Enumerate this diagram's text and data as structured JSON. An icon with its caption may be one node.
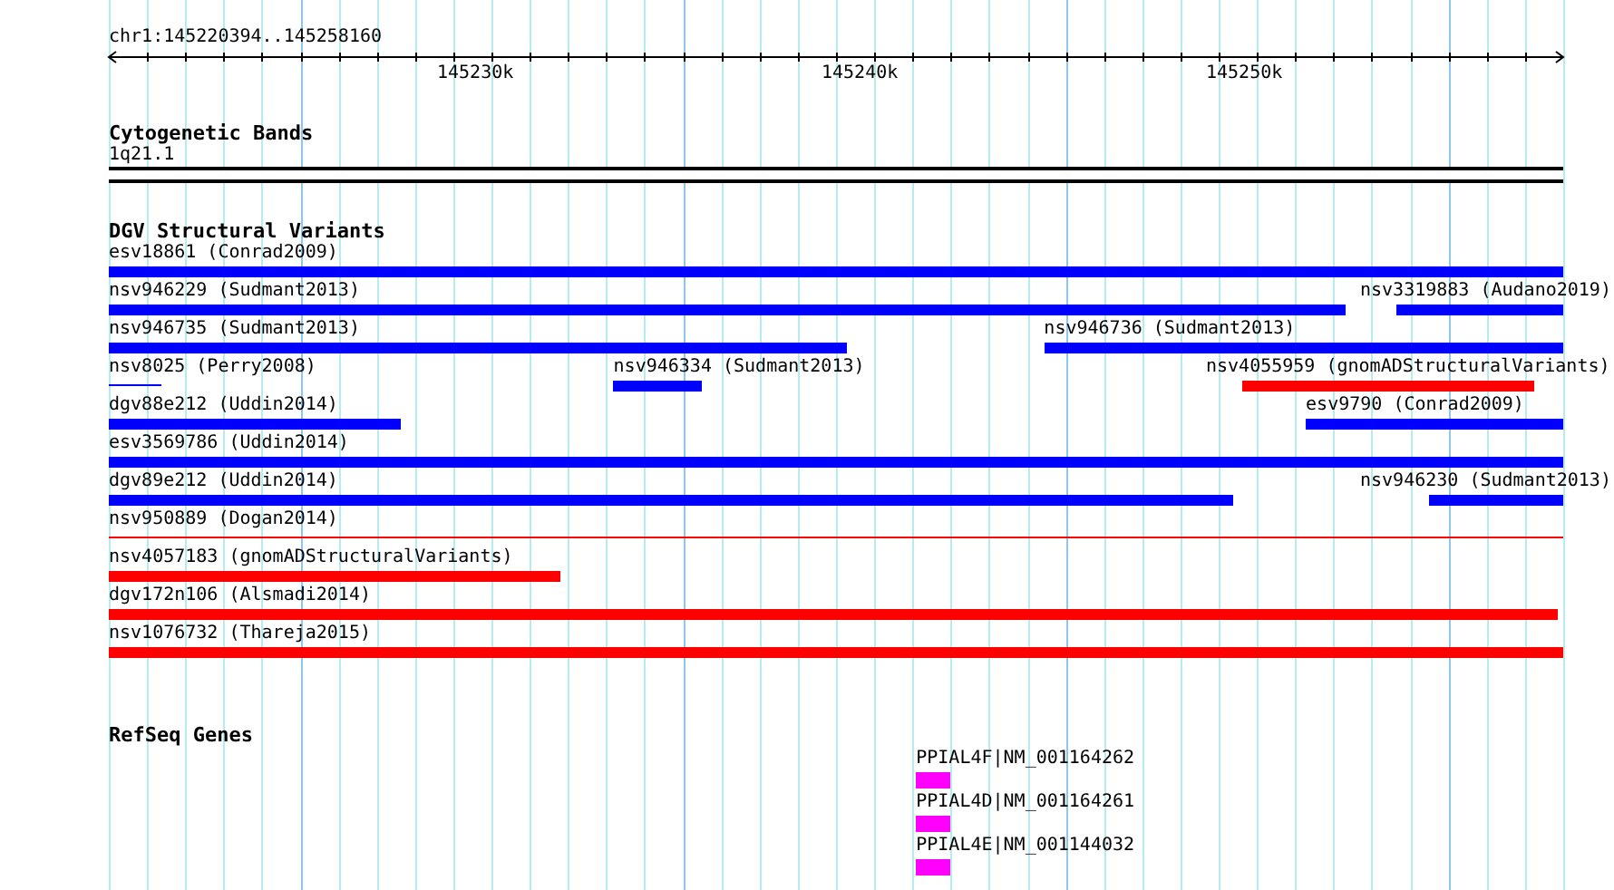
{
  "diagram": {
    "nodes": [
      {
        "text": [
          "1q21.1"
        ]
      },
      {
        "text": [
          "esv18861 (Conrad2009)"
        ]
      },
      {
        "text": [
          "nsv946229 (Sudmant2013)"
        ]
      },
      {
        "text": [
          "nsv3319883 (Audano2019)"
        ]
      },
      {
        "text": [
          "nsv946735 (Sudmant2013)"
        ]
      },
      {
        "text": [
          "nsv946736 (Sudmant2013)"
        ]
      },
      {
        "text": [
          "nsv8025 (Perry2008)"
        ]
      },
      {
        "text": [
          "nsv946334 (Sudmant2013)"
        ]
      },
      {
        "text": [
          "nsv4055959 (gnomADStructuralVariants)"
        ]
      },
      {
        "text": [
          "dgv88e212 (Uddin2014)"
        ]
      },
      {
        "text": [
          "esv9790 (Conrad2009)"
        ]
      },
      {
        "text": [
          "esv3569786 (Uddin2014)"
        ]
      },
      {
        "text": [
          "dgv89e212 (Uddin2014)"
        ]
      },
      {
        "text": [
          "nsv946230 (Sudmant2013)"
        ]
      },
      {
        "text": [
          "nsv950889 (Dogan2014)"
        ]
      },
      {
        "text": [
          "nsv4057183 (gnomADStructuralVariants)"
        ]
      },
      {
        "text": [
          "dgv172n106 (Alsmadi2014)"
        ]
      },
      {
        "text": [
          "nsv1076732 (Thareja2015)"
        ]
      },
      {
        "text": [
          "PPIAL4F|NM_001164262"
        ]
      },
      {
        "text": [
          "PPIAL4D|NM_001164261"
        ]
      },
      {
        "text": [
          "PPIAL4E|NM_001144032"
        ]
      }
    ],
    "labels": [
      "chr1:145220394..145258160",
      "145230k",
      "145240k",
      "145250k",
      "Cytogenetic Bands",
      "DGV Structural Variants",
      "RefSeq Genes"
    ]
  }
}
